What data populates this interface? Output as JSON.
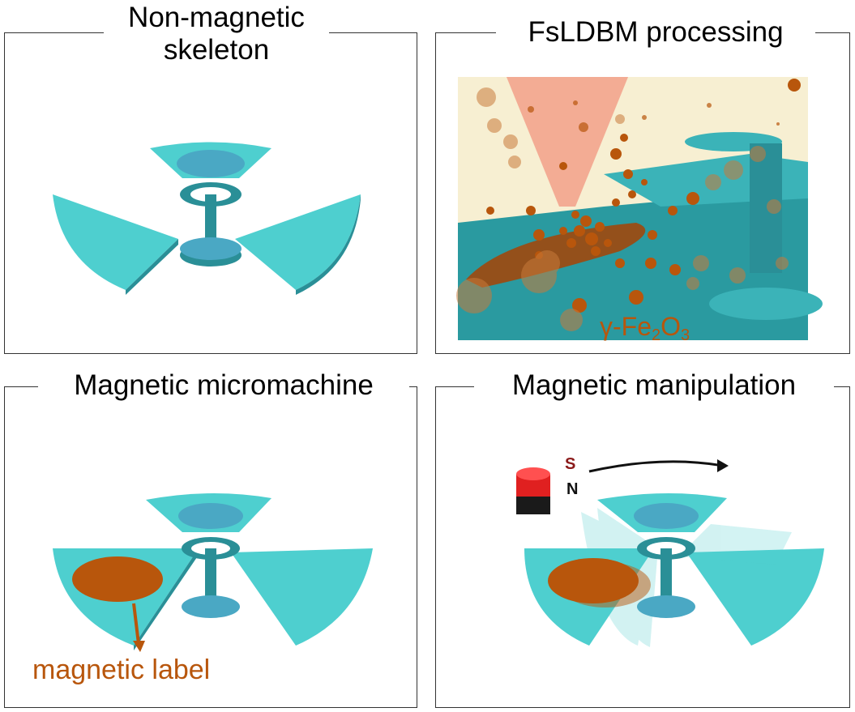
{
  "panels": [
    {
      "title_line1": "Non-magnetic",
      "title_line2": "skeleton"
    },
    {
      "title": "FsLDBM processing",
      "material_label": "γ-Fe",
      "sub1": "2",
      "mid": "O",
      "sub2": "3"
    },
    {
      "title": "Magnetic micromachine",
      "annotation": "magnetic label"
    },
    {
      "title": "Magnetic manipulation",
      "magnet_s": "S",
      "magnet_n": "N"
    }
  ],
  "colors": {
    "teal": "#4ecfcf",
    "teal_dark": "#2a8f97",
    "disk": "#4aa8c4",
    "rust": "#b8560c",
    "label_text": "#b8560c",
    "cream": "#f7efd2",
    "laser": "#f2a08a",
    "magnet_red": "#e02020"
  }
}
